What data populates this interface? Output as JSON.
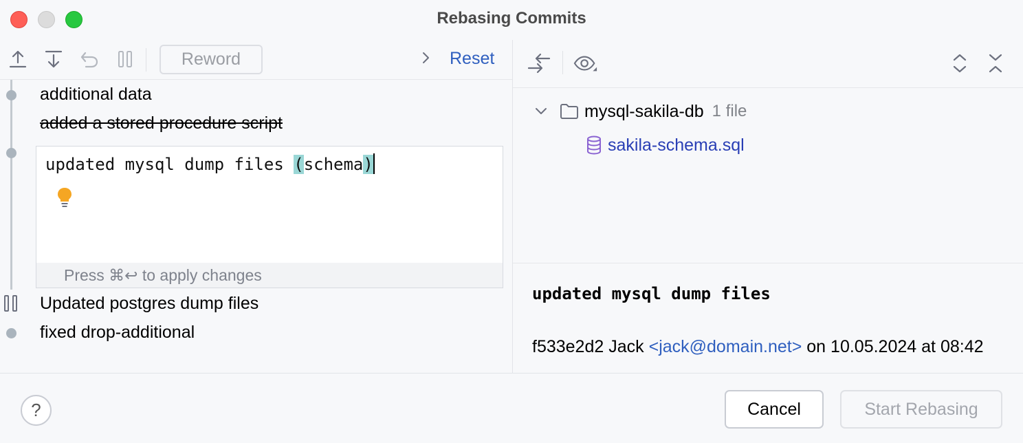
{
  "window": {
    "title": "Rebasing Commits"
  },
  "toolbar": {
    "reword_label": "Reword",
    "reset_label": "Reset"
  },
  "commits": [
    {
      "text": "additional data",
      "state": "pick"
    },
    {
      "text": "added a stored procedure script",
      "state": "drop"
    },
    {
      "text": "updated mysql dump files (schema)",
      "state": "reword-editing"
    },
    {
      "text": "Updated postgres dump files",
      "state": "stop"
    },
    {
      "text": "fixed drop-additional",
      "state": "pick"
    }
  ],
  "editor": {
    "before_paren": "updated mysql dump files ",
    "open_paren": "(",
    "inside_paren": "schema",
    "close_paren": ")",
    "hint": "Press ⌘↩ to apply changes"
  },
  "changes_tree": {
    "folder": "mysql-sakila-db",
    "count": "1 file",
    "file": "sakila-schema.sql"
  },
  "details": {
    "subject": "updated mysql dump files",
    "hash": "f533e2d2",
    "author": "Jack",
    "email": "<jack@domain.net>",
    "on": "on",
    "date": "10.05.2024",
    "at": "at",
    "time": "08:42"
  },
  "footer": {
    "help": "?",
    "cancel": "Cancel",
    "start": "Start Rebasing"
  },
  "colors": {
    "link": "#2f5fbf",
    "brace_highlight": "#9ad7d6",
    "bulb": "#f5a623",
    "file_icon": "#8a63d2"
  },
  "icons": [
    "move-up-icon",
    "move-down-icon",
    "undo-icon",
    "pause-icon",
    "chevron-right-icon",
    "collapse-icon",
    "eye-icon",
    "expand-all-icon",
    "collapse-all-icon",
    "chevron-down-icon",
    "folder-icon",
    "database-icon",
    "lightbulb-icon"
  ]
}
